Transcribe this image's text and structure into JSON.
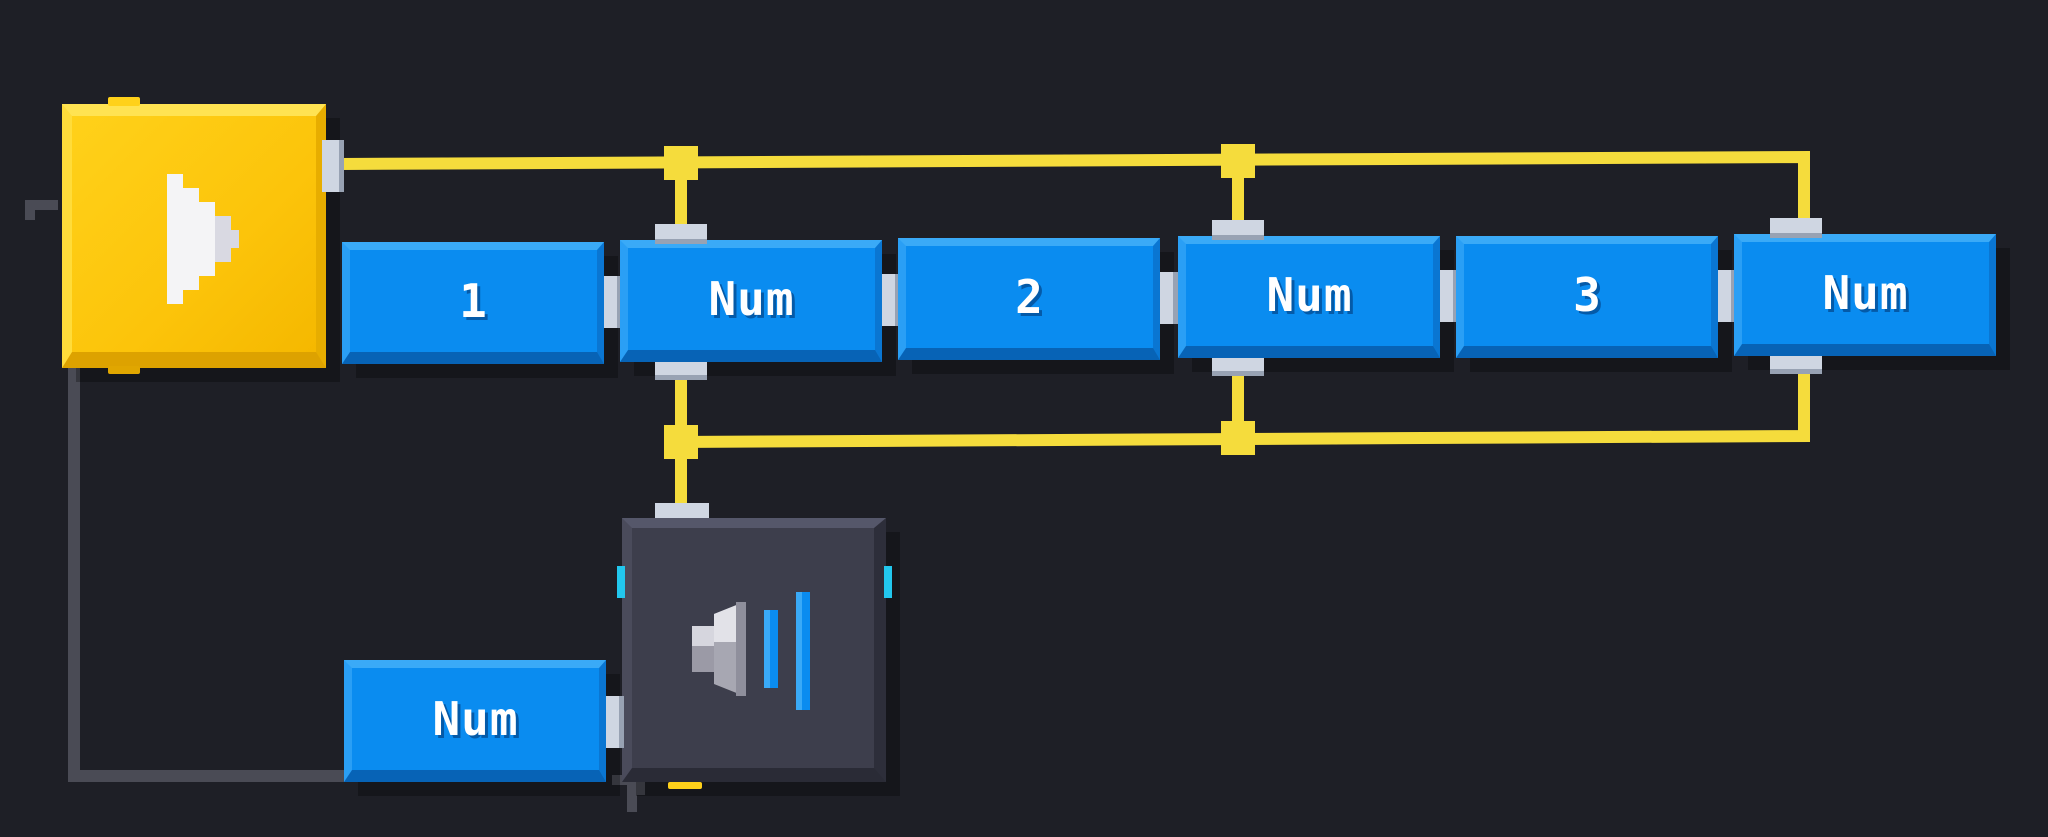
{
  "colors": {
    "background": "#1e1f26",
    "wire": "#f5dc3c",
    "return_wire": "#4a4b55",
    "num_block": "#0a8cf0",
    "start_block": "#fcc40a",
    "sound_block": "#3d3e4c",
    "accent_cyan": "#22c7ee"
  },
  "start_block": {
    "icon": "play-icon"
  },
  "number_row": [
    {
      "kind": "value",
      "label": "1"
    },
    {
      "kind": "num",
      "label": "Num"
    },
    {
      "kind": "value",
      "label": "2"
    },
    {
      "kind": "num",
      "label": "Num"
    },
    {
      "kind": "value",
      "label": "3"
    },
    {
      "kind": "num",
      "label": "Num"
    }
  ],
  "bottom_row": {
    "num_block": {
      "label": "Num"
    },
    "sound_block": {
      "icon": "speaker-icon"
    }
  }
}
